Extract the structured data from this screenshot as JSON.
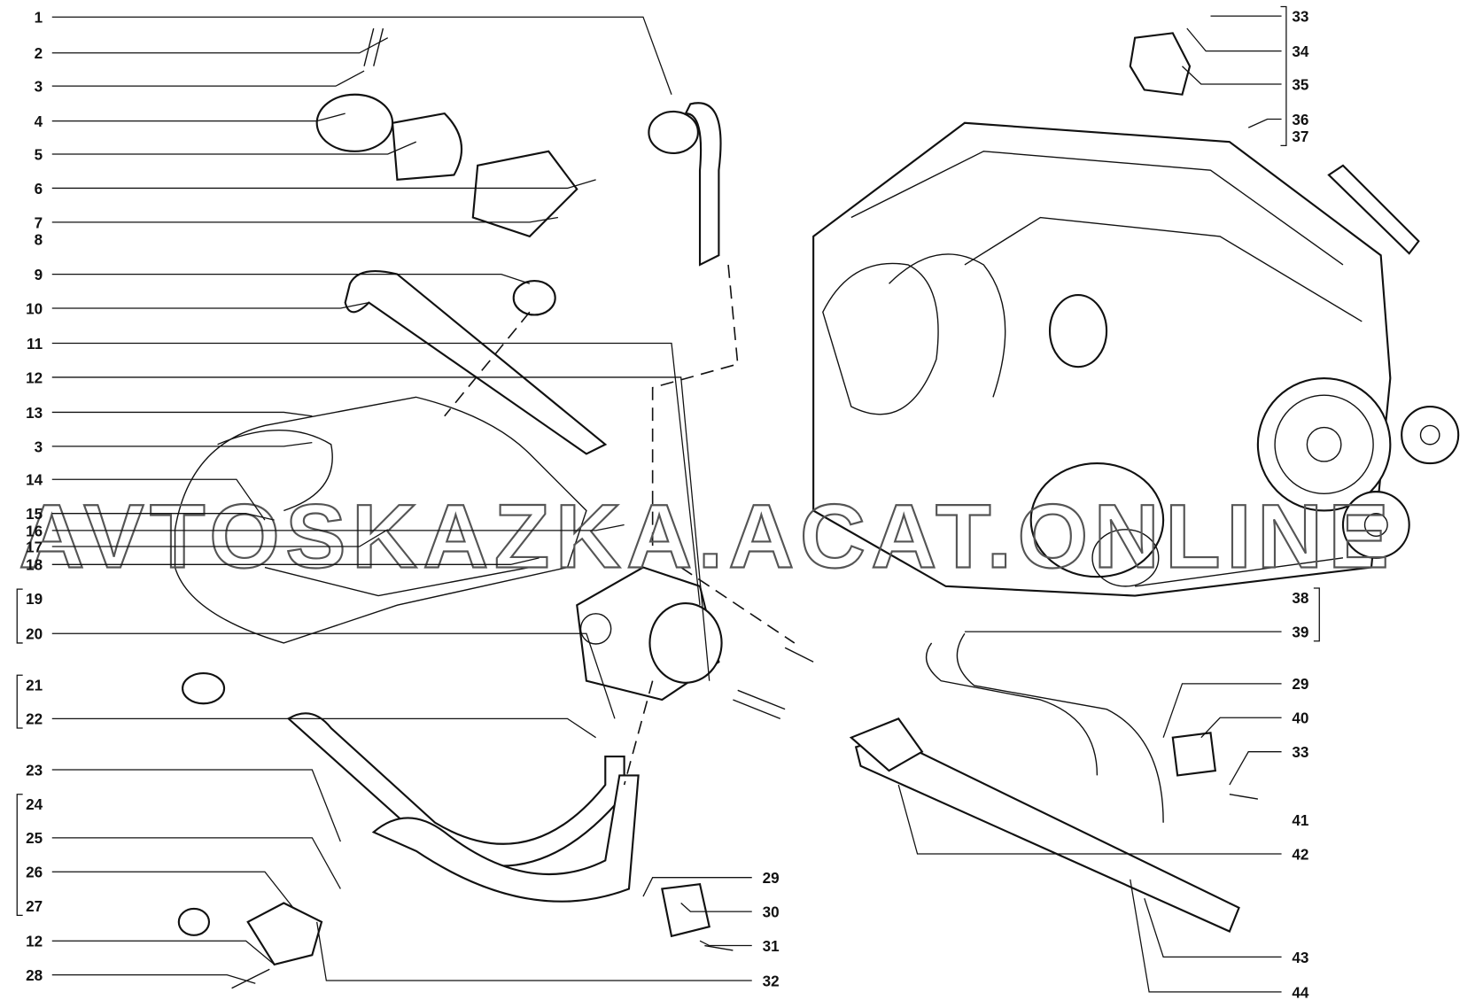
{
  "watermark": "AVTOSKAZKA.ACAT.ONLINE",
  "left_labels": [
    "1",
    "2",
    "3",
    "4",
    "5",
    "6",
    "7",
    "8",
    "9",
    "10",
    "11",
    "12",
    "13",
    "3",
    "14",
    "15",
    "16",
    "17",
    "18",
    "19",
    "20",
    "21",
    "22",
    "23",
    "24",
    "25",
    "26",
    "27",
    "12",
    "28"
  ],
  "middle_labels": [
    "29",
    "30",
    "31",
    "32"
  ],
  "right_labels": [
    "33",
    "34",
    "35",
    "36",
    "37",
    "38",
    "39",
    "29",
    "40",
    "33",
    "41",
    "42",
    "43",
    "44"
  ]
}
